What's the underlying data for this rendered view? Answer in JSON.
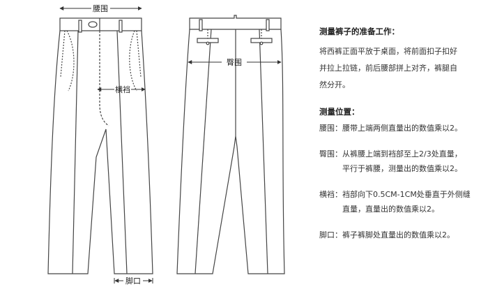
{
  "figure": {
    "labels": {
      "waist": "腰围",
      "crotch": "横裆",
      "hem": "脚口",
      "hip": "臀围"
    }
  },
  "notes": {
    "prep_title": "测量裤子的准备工作：",
    "prep_lines": [
      "将西裤正面平放于桌面，将前面扣子扣好",
      "并拉上拉链，前后腰部拼上对齐，裤腿自",
      "然分开。"
    ],
    "position_title": "测量位置：",
    "items": [
      {
        "term": "腰围：",
        "lines": [
          "腰带上端两侧直量出的数值乘以2。"
        ]
      },
      {
        "term": "臀围：",
        "lines": [
          "从裤腰上端到裆部至上2/3处直量，",
          "平行于裤腰，测量出的数值乘以2。"
        ]
      },
      {
        "term": "横裆：",
        "lines": [
          "裆部向下0.5CM-1CM处垂直于外侧缝",
          "直量，直量出的数值乘以2。"
        ]
      },
      {
        "term": "脚口：",
        "lines": [
          "裤子裤脚处直量出的数值乘以2。"
        ]
      }
    ]
  }
}
